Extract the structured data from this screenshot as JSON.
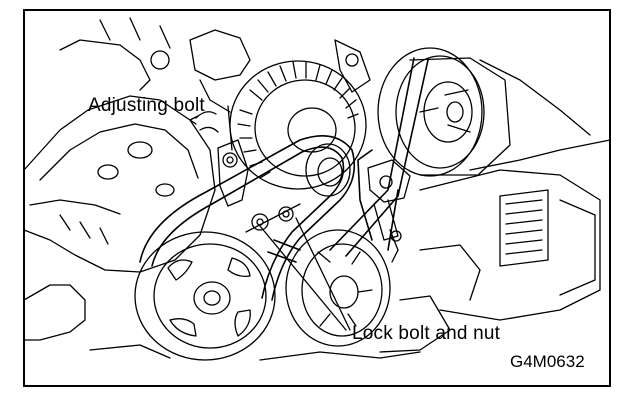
{
  "figure": {
    "labels": {
      "adjusting_bolt": "Adjusting bolt",
      "lock_bolt_and_nut": "Lock bolt and nut",
      "figure_code": "G4M0632"
    },
    "colors": {
      "ink": "#000000",
      "paper": "#ffffff"
    }
  }
}
